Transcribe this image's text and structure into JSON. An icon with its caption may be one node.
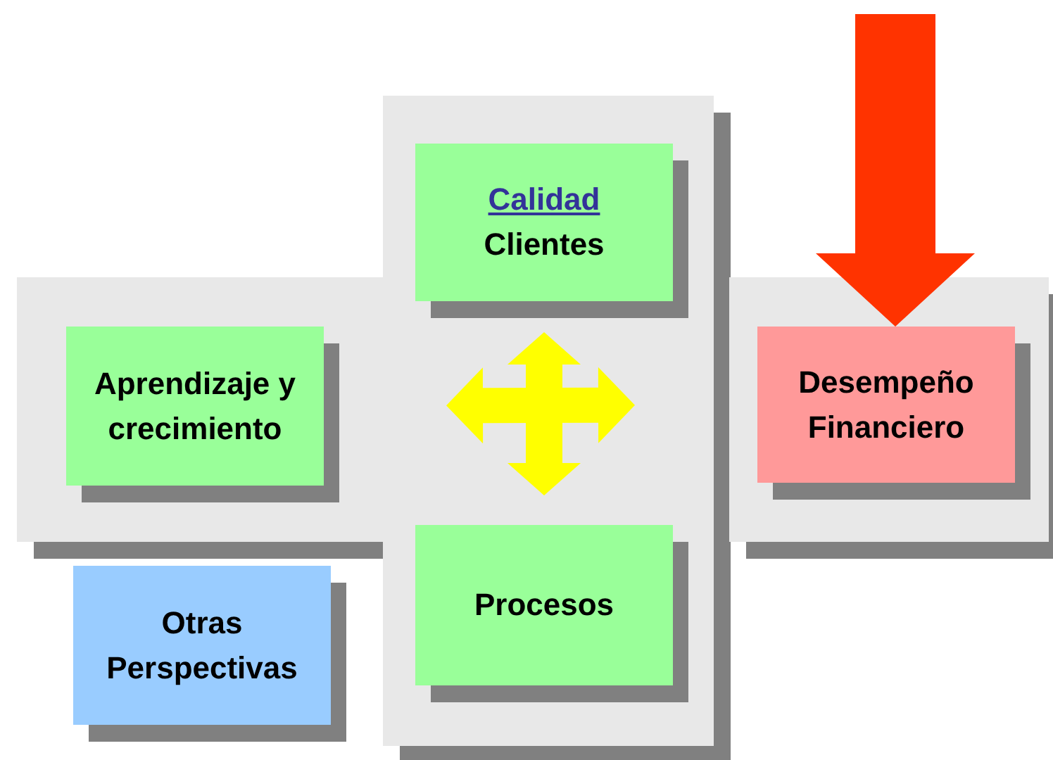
{
  "diagram": {
    "nodes": [
      {
        "text": [
          "Calidad",
          "Clientes"
        ]
      },
      {
        "text": [
          "Aprendizaje y crecimiento"
        ]
      },
      {
        "text": [
          "Desempeño Financiero"
        ]
      },
      {
        "text": [
          "Procesos"
        ]
      },
      {
        "text": [
          "Otras Perspectivas"
        ]
      }
    ],
    "edges": [
      {
        "from": null,
        "to": 2,
        "arrow": "to",
        "style": "thick",
        "color": "#ff3300"
      },
      {
        "from": 3,
        "to": 0,
        "arrow": "both",
        "style": "thick",
        "color": "#ffff00"
      },
      {
        "from": 1,
        "to": 2,
        "arrow": "both",
        "style": "thick",
        "color": "#ffff00"
      }
    ]
  }
}
